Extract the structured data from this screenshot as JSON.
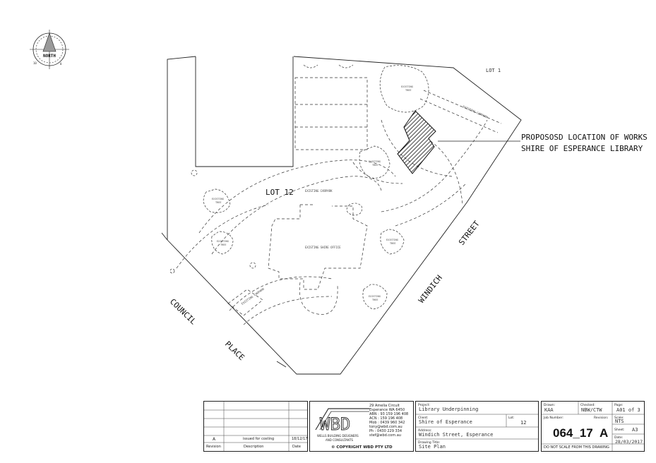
{
  "compass": {
    "label": "NORTH"
  },
  "plan": {
    "lot_1": "LOT 1",
    "lot_12": "LOT 12",
    "callout_line1": "PROPOSOSD LOCATION OF WORKS",
    "callout_line2": "SHIRE OF ESPERANCE LIBRARY",
    "street_windich": "WINDICH",
    "street_street": "STREET",
    "street_council": "COUNCIL",
    "street_place": "PLACE",
    "existing_carpark": "EXISTING CARPARK",
    "existing_shire_office": "EXISTING SHIRE OFFICE",
    "existing_tree_line1": "EXISTING",
    "existing_tree_line2": "TREE"
  },
  "revision_table": {
    "rows": [
      {
        "revision": "",
        "description": "",
        "date": ""
      },
      {
        "revision": "",
        "description": "",
        "date": ""
      },
      {
        "revision": "",
        "description": "",
        "date": ""
      },
      {
        "revision": "",
        "description": "",
        "date": ""
      },
      {
        "revision": "A",
        "description": "issued for costing",
        "date": "18/12/17"
      }
    ],
    "headers": {
      "revision": "Revision",
      "description": "Description",
      "date": "Date"
    }
  },
  "company": {
    "logo_letters": "WBD",
    "tagline_line1": "WELLS BUILDING DESIGNERS",
    "tagline_line2": "AND CONSULTANTS",
    "address": [
      "29 Amelia Circuit",
      "Esperance WA 6450",
      "ABN : 93 159 196 408",
      "ACN : 159 196 408",
      "Mob : 0439 960 342",
      "tony@wbd.com.au",
      "Ph : 0430 229 334",
      "stef@wbd.com.au"
    ],
    "copyright": "© COPYRIGHT WBD PTY LTD"
  },
  "project_block": {
    "project_label": "Project:",
    "project_value": "Library Underpinning",
    "client_label": "Client:",
    "client_value": "Shire of Esperance",
    "lot_label": "Lot:",
    "lot_value": "12",
    "address_label": "Address:",
    "address_value": "Windich Street, Esperance",
    "drawing_label": "Drawing Title:",
    "drawing_value": "Site Plan"
  },
  "title_block": {
    "drawn_label": "Drawn:",
    "drawn_value": "KAA",
    "checked_label": "Checked:",
    "checked_value": "NBW/CTW",
    "page_label": "Page:",
    "page_value": "A01 of 3",
    "job_label": "Job Number:",
    "revision_label": "Revision:",
    "job_value": "064_17",
    "revision_value": "A",
    "scale_label": "Scale:",
    "scale_value": "NTS",
    "sheet_label": "Sheet:",
    "sheet_value": "A3",
    "date_label": "Date:",
    "date_value": "28/03/2017",
    "footer": "DO NOT SCALE FROM THIS DRAWING"
  }
}
